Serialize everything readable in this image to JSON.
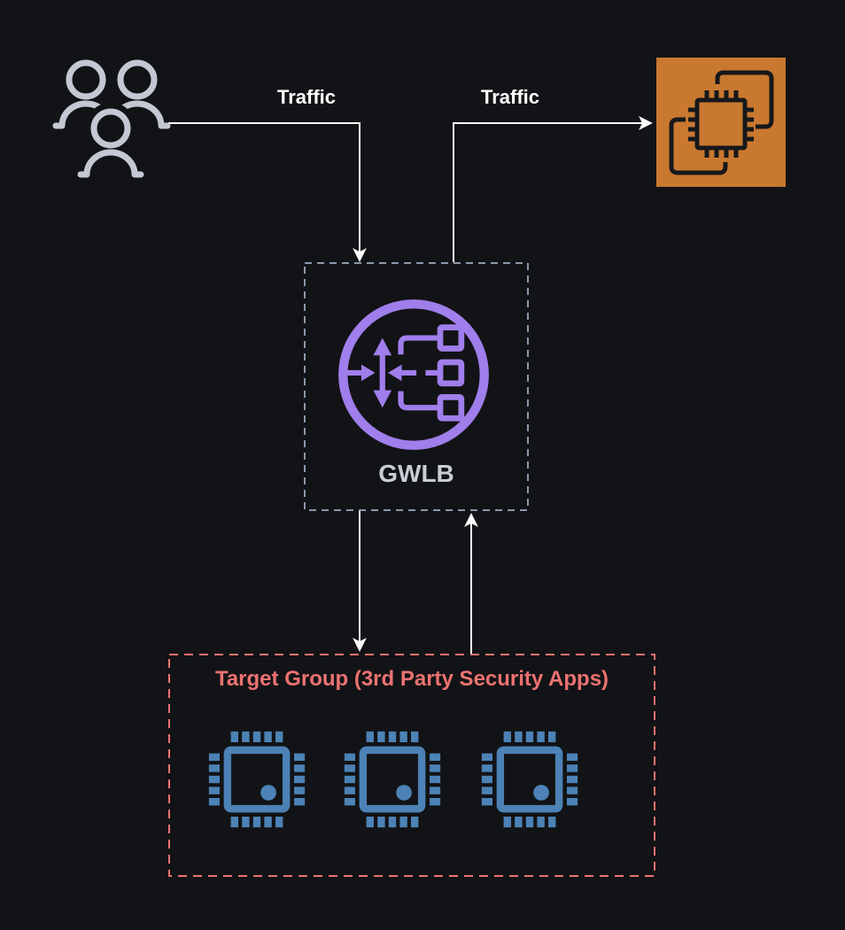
{
  "diagram": {
    "type": "architecture-diagram",
    "nodes": {
      "users": {
        "icon": "users-group-icon"
      },
      "ec2_instance": {
        "icon": "ec2-instance-icon"
      },
      "gwlb": {
        "label": "GWLB",
        "icon": "gateway-load-balancer-icon"
      },
      "target_group": {
        "title": "Target Group (3rd Party Security Apps)",
        "appliance_count": 3,
        "appliance_icon": "security-appliance-chip-icon"
      }
    },
    "edges": [
      {
        "id": "users-to-gwlb",
        "label": "Traffic"
      },
      {
        "id": "gwlb-to-ec2",
        "label": "Traffic"
      },
      {
        "id": "gwlb-to-target-group",
        "label": ""
      },
      {
        "id": "target-group-to-gwlb",
        "label": ""
      }
    ],
    "colors": {
      "background": "#121316",
      "connector": "#FAFAFA",
      "users-icon": "#C3C8D2",
      "gwlb-purple": "#A07EEB",
      "gwlb-label": "#C8CDD6",
      "gwlb-border": "#8B98AC",
      "ec2-orange": "#C9782F",
      "ec2-glyph": "#17181B",
      "target-red": "#EC7272",
      "chip-blue": "#4C82B5"
    }
  }
}
